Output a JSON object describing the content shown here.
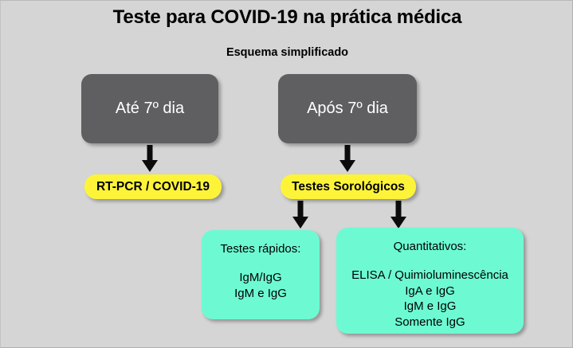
{
  "slide": {
    "title": "Teste para COVID-19 na prática médica",
    "subtitle": "Esquema simplificado",
    "background_color": "#d5d5d5"
  },
  "colors": {
    "gray_box": "#5f5f61",
    "yellow_box": "#fdf43a",
    "green_box": "#6dfad3",
    "arrow": "#0b0b0b",
    "text_dark": "#000000",
    "text_light": "#ffffff"
  },
  "nodes": {
    "stage_early": "Até 7º dia",
    "stage_late": "Após 7º dia",
    "test_pcr": "RT-PCR / COVID-19",
    "test_serology": "Testes Sorológicos",
    "rapid": {
      "heading": "Testes rápidos:",
      "items": [
        "IgM/IgG",
        "IgM e IgG"
      ]
    },
    "quantitative": {
      "heading": "Quantitativos:",
      "items": [
        "ELISA / Quimioluminescência",
        "IgA e IgG",
        "IgM e IgG",
        "Somente IgG"
      ]
    }
  }
}
